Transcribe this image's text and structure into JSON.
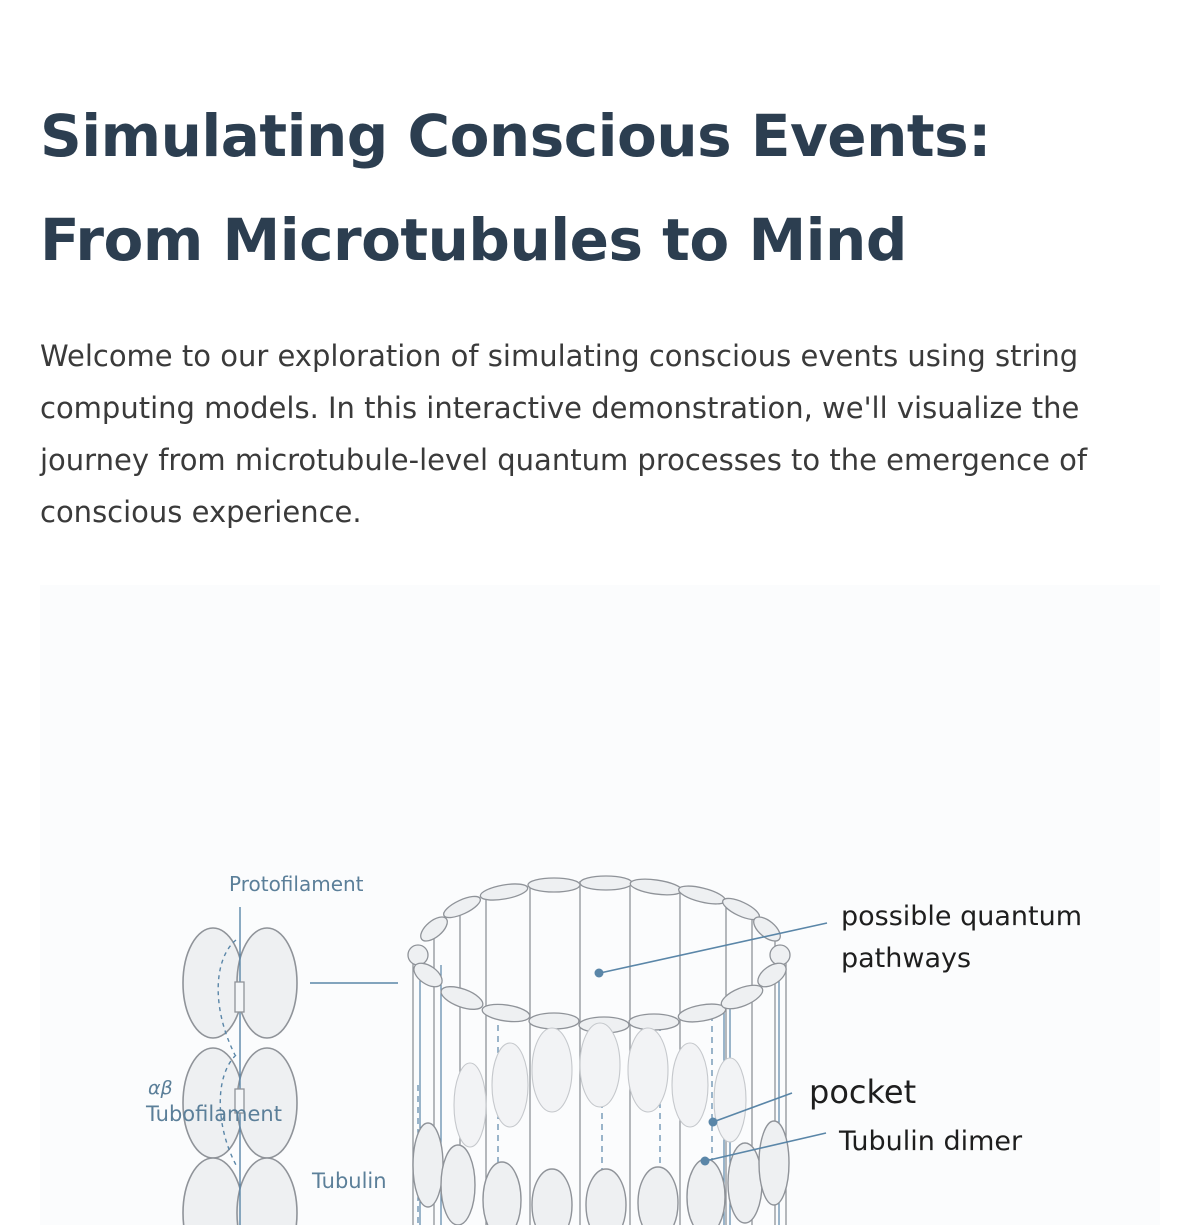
{
  "header": {
    "title": "Simulating Conscious Events: From Microtubules to Mind"
  },
  "intro": {
    "text": "Welcome to our exploration of simulating conscious events using string computing models. In this interactive demonstration, we'll visualize the journey from microtubule-level quantum processes to the emergence of conscious experience."
  },
  "diagram": {
    "labels": {
      "protofilament": "Protofilament",
      "alpha_beta": "αβ",
      "tubofilament": "Tubofilament",
      "tubulin": "Tubulin",
      "quantum_pathways_line1": "possible quantum",
      "quantum_pathways_line2": "pathways",
      "pocket": "pocket",
      "tubulin_dimer": "Tubulin dimer"
    },
    "colors": {
      "outline": "#8f9399",
      "accent": "#5a86a8",
      "label_blue": "#5b7f99",
      "label_dark": "#1e1e1e"
    }
  }
}
